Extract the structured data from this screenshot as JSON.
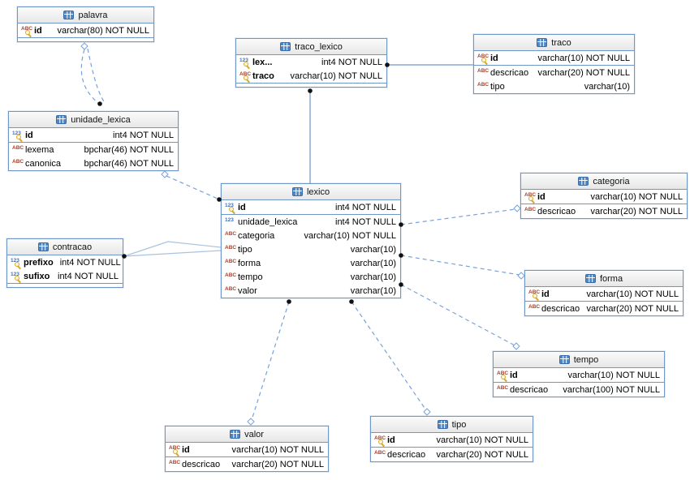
{
  "diagram_type": "entity-relationship",
  "tables": [
    {
      "name": "palavra",
      "columns": [
        {
          "icon": "ABC",
          "kind": "string",
          "key": true,
          "pk": true,
          "name": "id",
          "type": "varchar(80) NOT NULL"
        }
      ]
    },
    {
      "name": "traco_lexico",
      "columns": [
        {
          "icon": "123",
          "kind": "number",
          "key": true,
          "pk": true,
          "name": "lex...",
          "type": "int4 NOT NULL"
        },
        {
          "icon": "ABC",
          "kind": "string",
          "key": true,
          "pk": true,
          "name": "traco",
          "type": "varchar(10) NOT NULL"
        }
      ]
    },
    {
      "name": "traco",
      "columns": [
        {
          "icon": "ABC",
          "kind": "string",
          "key": true,
          "pk": true,
          "name": "id",
          "type": "varchar(10) NOT NULL"
        },
        {
          "icon": "ABC",
          "kind": "string",
          "key": false,
          "pk": false,
          "name": "descricao",
          "type": "varchar(20) NOT NULL"
        },
        {
          "icon": "ABC",
          "kind": "string",
          "key": false,
          "pk": false,
          "name": "tipo",
          "type": "varchar(10)"
        }
      ]
    },
    {
      "name": "unidade_lexica",
      "columns": [
        {
          "icon": "123",
          "kind": "number",
          "key": true,
          "pk": true,
          "name": "id",
          "type": "int4 NOT NULL"
        },
        {
          "icon": "ABC",
          "kind": "string",
          "key": false,
          "pk": false,
          "name": "lexema",
          "type": "bpchar(46) NOT NULL"
        },
        {
          "icon": "ABC",
          "kind": "string",
          "key": false,
          "pk": false,
          "name": "canonica",
          "type": "bpchar(46) NOT NULL"
        }
      ]
    },
    {
      "name": "lexico",
      "columns": [
        {
          "icon": "123",
          "kind": "number",
          "key": true,
          "pk": true,
          "name": "id",
          "type": "int4 NOT NULL"
        },
        {
          "icon": "123",
          "kind": "number",
          "key": false,
          "pk": false,
          "name": "unidade_lexica",
          "type": "int4 NOT NULL"
        },
        {
          "icon": "ABC",
          "kind": "string",
          "key": false,
          "pk": false,
          "name": "categoria",
          "type": "varchar(10) NOT NULL"
        },
        {
          "icon": "ABC",
          "kind": "string",
          "key": false,
          "pk": false,
          "name": "tipo",
          "type": "varchar(10)"
        },
        {
          "icon": "ABC",
          "kind": "string",
          "key": false,
          "pk": false,
          "name": "forma",
          "type": "varchar(10)"
        },
        {
          "icon": "ABC",
          "kind": "string",
          "key": false,
          "pk": false,
          "name": "tempo",
          "type": "varchar(10)"
        },
        {
          "icon": "ABC",
          "kind": "string",
          "key": false,
          "pk": false,
          "name": "valor",
          "type": "varchar(10)"
        }
      ]
    },
    {
      "name": "categoria",
      "columns": [
        {
          "icon": "ABC",
          "kind": "string",
          "key": true,
          "pk": true,
          "name": "id",
          "type": "varchar(10) NOT NULL"
        },
        {
          "icon": "ABC",
          "kind": "string",
          "key": false,
          "pk": false,
          "name": "descricao",
          "type": "varchar(20) NOT NULL"
        }
      ]
    },
    {
      "name": "contracao",
      "columns": [
        {
          "icon": "123",
          "kind": "number",
          "key": true,
          "pk": true,
          "name": "prefixo",
          "type": "int4 NOT NULL"
        },
        {
          "icon": "123",
          "kind": "number",
          "key": true,
          "pk": true,
          "name": "sufixo",
          "type": "int4 NOT NULL"
        }
      ]
    },
    {
      "name": "forma",
      "columns": [
        {
          "icon": "ABC",
          "kind": "string",
          "key": true,
          "pk": true,
          "name": "id",
          "type": "varchar(10) NOT NULL"
        },
        {
          "icon": "ABC",
          "kind": "string",
          "key": false,
          "pk": false,
          "name": "descricao",
          "type": "varchar(20) NOT NULL"
        }
      ]
    },
    {
      "name": "tempo",
      "columns": [
        {
          "icon": "ABC",
          "kind": "string",
          "key": true,
          "pk": true,
          "name": "id",
          "type": "varchar(10) NOT NULL"
        },
        {
          "icon": "ABC",
          "kind": "string",
          "key": false,
          "pk": false,
          "name": "descricao",
          "type": "varchar(100) NOT NULL"
        }
      ]
    },
    {
      "name": "valor",
      "columns": [
        {
          "icon": "ABC",
          "kind": "string",
          "key": true,
          "pk": true,
          "name": "id",
          "type": "varchar(10) NOT NULL"
        },
        {
          "icon": "ABC",
          "kind": "string",
          "key": false,
          "pk": false,
          "name": "descricao",
          "type": "varchar(20) NOT NULL"
        }
      ]
    },
    {
      "name": "tipo",
      "columns": [
        {
          "icon": "ABC",
          "kind": "string",
          "key": true,
          "pk": true,
          "name": "id",
          "type": "varchar(10) NOT NULL"
        },
        {
          "icon": "ABC",
          "kind": "string",
          "key": false,
          "pk": false,
          "name": "descricao",
          "type": "varchar(20) NOT NULL"
        }
      ]
    }
  ],
  "relationships": [
    {
      "from": "unidade_lexica",
      "to": "palavra",
      "type": "non-identifying"
    },
    {
      "from": "unidade_lexica",
      "to": "palavra",
      "type": "non-identifying"
    },
    {
      "from": "lexico",
      "to": "unidade_lexica",
      "type": "non-identifying"
    },
    {
      "from": "contracao",
      "to": "lexico",
      "type": "identifying"
    },
    {
      "from": "contracao",
      "to": "lexico",
      "type": "identifying"
    },
    {
      "from": "traco_lexico",
      "to": "lexico",
      "type": "identifying"
    },
    {
      "from": "traco_lexico",
      "to": "traco",
      "type": "identifying"
    },
    {
      "from": "lexico",
      "to": "categoria",
      "type": "non-identifying"
    },
    {
      "from": "lexico",
      "to": "forma",
      "type": "non-identifying"
    },
    {
      "from": "lexico",
      "to": "tempo",
      "type": "non-identifying"
    },
    {
      "from": "lexico",
      "to": "valor",
      "type": "non-identifying"
    },
    {
      "from": "lexico",
      "to": "tipo",
      "type": "non-identifying"
    }
  ],
  "colors": {
    "table_border": "#6e96c8",
    "header_bg": "#ededed",
    "table_icon": "#4f86c6",
    "number_icon": "#3a6fc0",
    "string_icon": "#a8402c",
    "key_icon": "#d9a826",
    "line_dashed": "#78a2d8",
    "line_solid": "#6f96c8",
    "line_solid_light": "#a9c2de",
    "endpoint_dot": "#111111"
  }
}
